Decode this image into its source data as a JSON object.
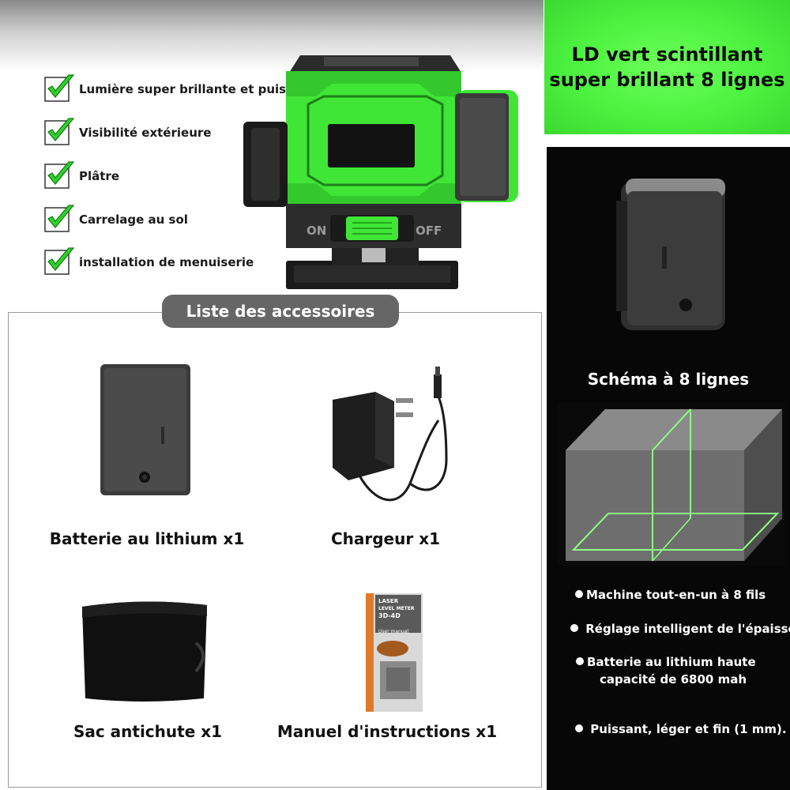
{
  "features": [
    {
      "label": "Lumière super brillante et puissante",
      "icon": "checkmark-icon"
    },
    {
      "label": "Visibilité extérieure",
      "icon": "checkmark-icon"
    },
    {
      "label": "Plâtre",
      "icon": "checkmark-icon"
    },
    {
      "label": "Carrelage au sol",
      "icon": "checkmark-icon"
    },
    {
      "label": " installation de menuiserie",
      "icon": "checkmark-icon"
    }
  ],
  "device": {
    "switch_on": "ON",
    "switch_off": "OFF"
  },
  "accessories": {
    "title": "Liste des accessoires",
    "items": [
      {
        "label": "Batterie au lithium x1"
      },
      {
        "label": "Chargeur x1"
      },
      {
        "label": "Sac antichute x1"
      },
      {
        "label": "Manuel d'instructions x1"
      }
    ],
    "manual_cover": {
      "line1": "LASER",
      "line2": "LEVEL METER",
      "line3": "3D-4D",
      "line4": "User manual"
    }
  },
  "banner": {
    "line1": "LD vert scintillant",
    "line2": "super brillant 8 lignes"
  },
  "scheme": {
    "title": "Schéma à 8 lignes"
  },
  "specs": [
    {
      "text": "Machine tout-en-un à 8 fils"
    },
    {
      "text": "Réglage intelligent de l'épaisseur"
    },
    {
      "text": "Batterie au lithium haute"
    },
    {
      "text": "capacité de 6800 mah"
    },
    {
      "text": " Puissant, léger et fin (1 mm)."
    }
  ],
  "colors": {
    "accent_green": "#4cf23f",
    "device_green": "#3fe636",
    "pill_grey": "#666666",
    "dark_bg": "#070707"
  }
}
